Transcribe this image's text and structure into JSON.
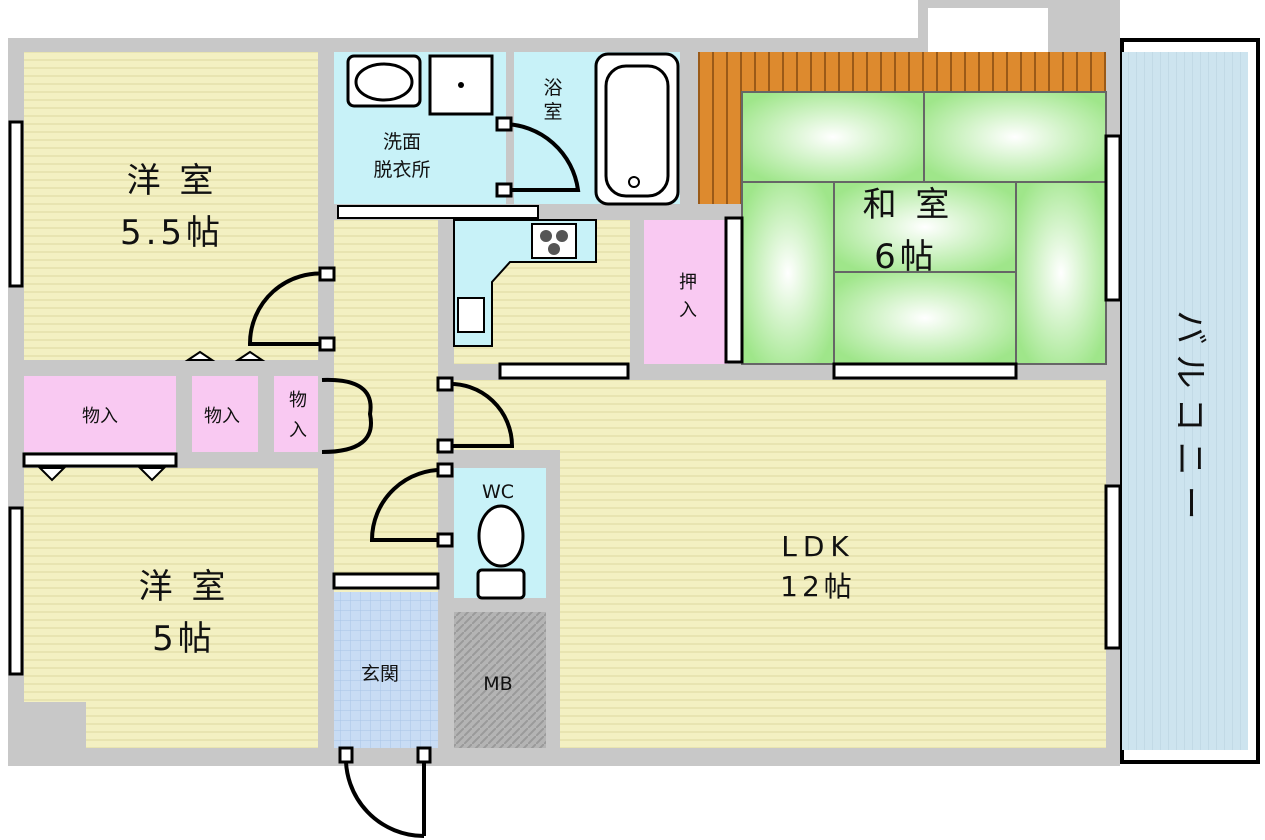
{
  "colors": {
    "wall": "#c8c8c8",
    "flooring": "#f3f0c2",
    "wet_area": "#c8f2f8",
    "storage": "#f9c9f2",
    "tatami": "#c6f2b4",
    "deck": "#dd8a2e",
    "balcony": "#cde4ef",
    "entrance_tile": "#c8dcf4",
    "meter_box": "#b4b4b4"
  },
  "rooms": {
    "western_a": {
      "name": "洋 室",
      "size": "5.5帖"
    },
    "western_b": {
      "name": "洋 室",
      "size": "5帖"
    },
    "japanese": {
      "name": "和 室",
      "size": "6帖"
    },
    "ldk": {
      "name": "LDK",
      "size": "12帖"
    },
    "washroom_line1": "洗面",
    "washroom_line2": "脱衣所",
    "bath_line1": "浴",
    "bath_line2": "室",
    "closet_1": "物入",
    "closet_2": "物入",
    "closet_3_line1": "物",
    "closet_3_line2": "入",
    "oshiire_line1": "押",
    "oshiire_line2": "入",
    "toilet": "WC",
    "entrance": "玄関",
    "meter_box": "MB",
    "balcony": "バルコニー"
  }
}
